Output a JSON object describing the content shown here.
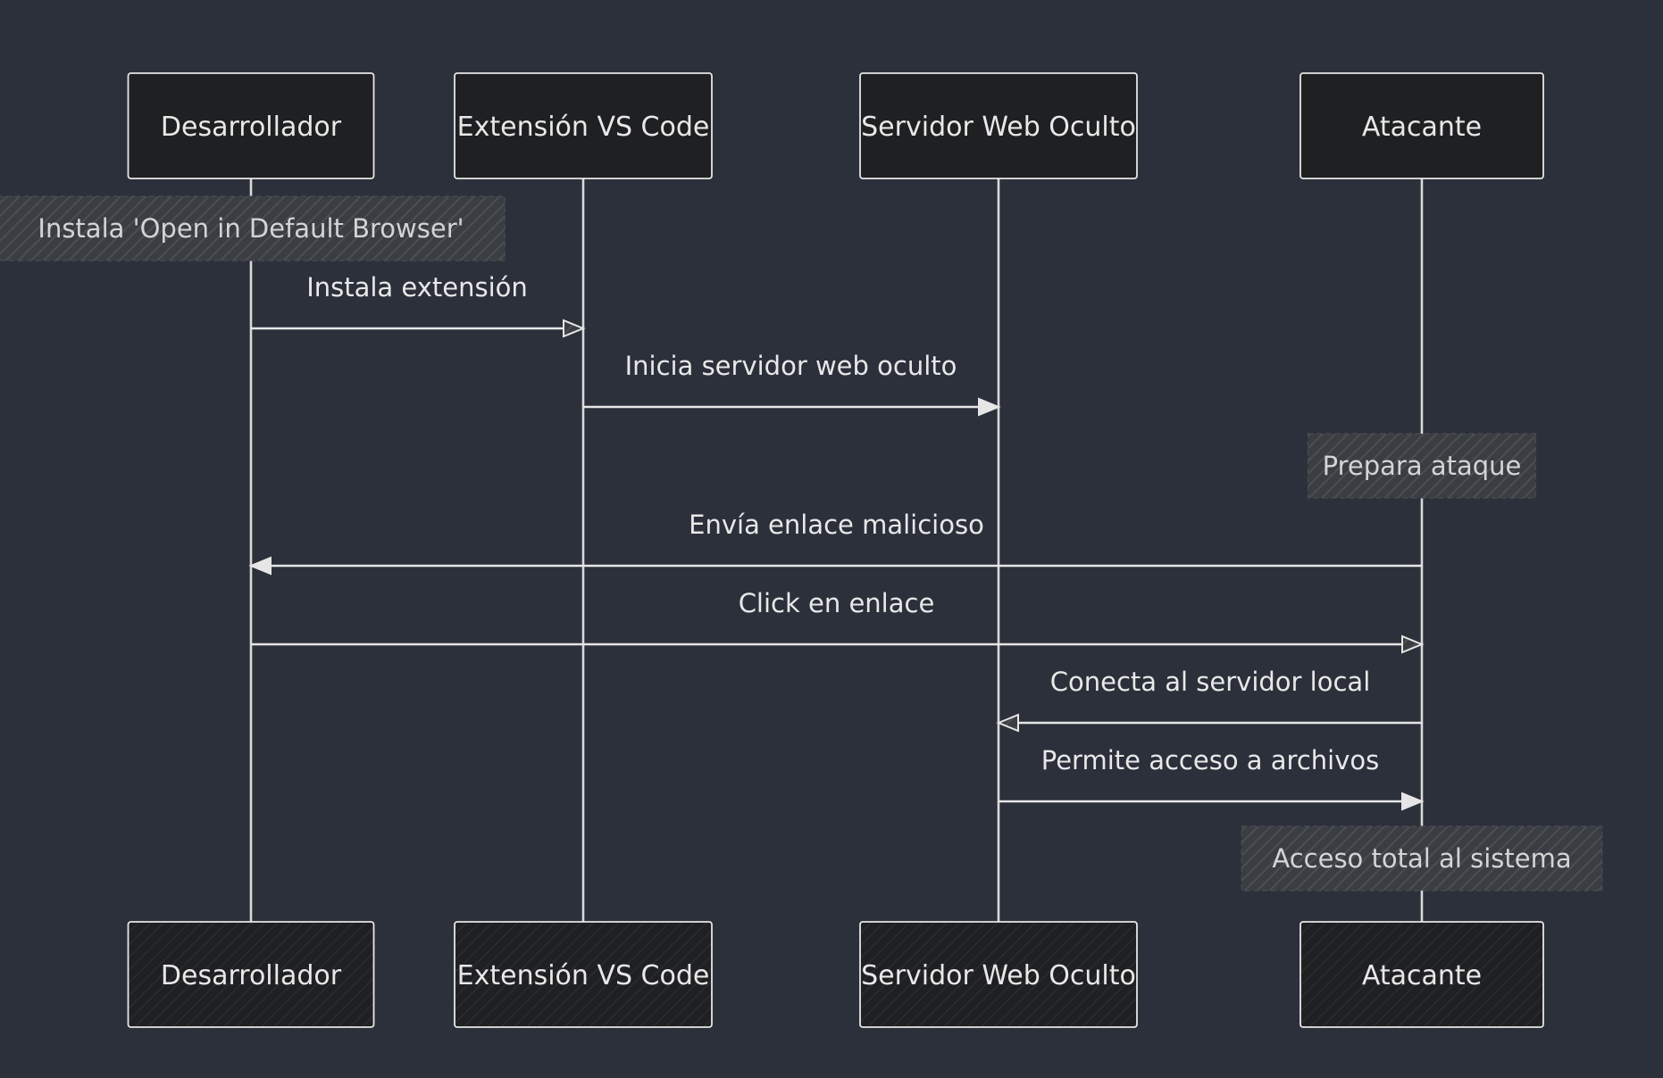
{
  "actors": [
    {
      "id": "dev",
      "label": "Desarrollador"
    },
    {
      "id": "ext",
      "label": "Extensión VS Code"
    },
    {
      "id": "srv",
      "label": "Servidor Web Oculto"
    },
    {
      "id": "att",
      "label": "Atacante"
    }
  ],
  "events": [
    {
      "kind": "note",
      "over": "dev",
      "text": "Instala 'Open in Default Browser'"
    },
    {
      "kind": "message",
      "from": "dev",
      "to": "ext",
      "text": "Instala extensión",
      "arrow": "open"
    },
    {
      "kind": "message",
      "from": "ext",
      "to": "srv",
      "text": "Inicia servidor web oculto",
      "arrow": "filled"
    },
    {
      "kind": "note",
      "over": "att",
      "text": "Prepara ataque"
    },
    {
      "kind": "message",
      "from": "att",
      "to": "dev",
      "text": "Envía enlace malicioso",
      "arrow": "filled"
    },
    {
      "kind": "message",
      "from": "dev",
      "to": "att",
      "text": "Click en enlace",
      "arrow": "open"
    },
    {
      "kind": "message",
      "from": "att",
      "to": "srv",
      "text": "Conecta al servidor local",
      "arrow": "open"
    },
    {
      "kind": "message",
      "from": "srv",
      "to": "att",
      "text": "Permite acceso a archivos",
      "arrow": "filled"
    },
    {
      "kind": "note",
      "over": "att",
      "text": "Acceso total al sistema"
    }
  ],
  "colors": {
    "background": "#2b303b",
    "actor_fill": "#1f2022",
    "line": "#e6e6e6",
    "text": "#e8e8e8"
  }
}
